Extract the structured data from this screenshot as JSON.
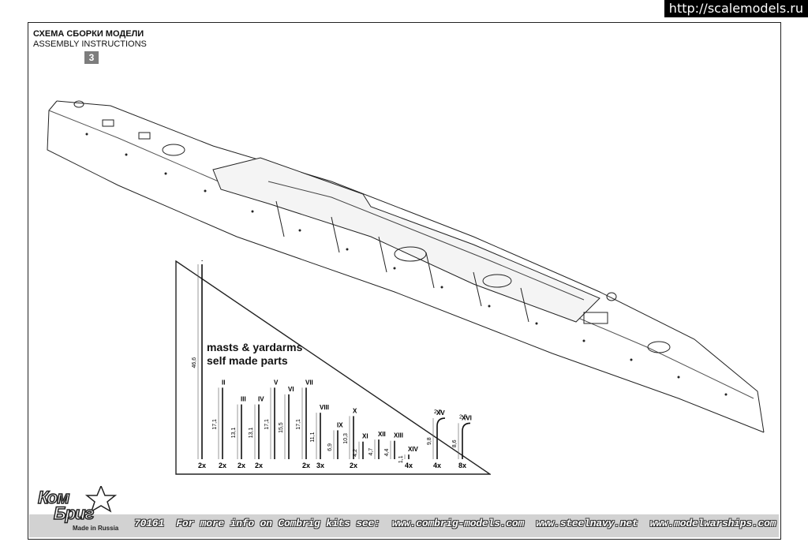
{
  "watermark": "http://scalemodels.ru",
  "header": {
    "title_ru": "СХЕМА СБОРКИ МОДЕЛИ",
    "title_en": "ASSEMBLY INSTRUCTIONS",
    "step": "3"
  },
  "panel": {
    "title_line1": "masts & yardarms",
    "title_line2": "self made parts",
    "parts": [
      {
        "id": "I",
        "length": "46,6",
        "qty": "2x"
      },
      {
        "id": "II",
        "length": "17,1",
        "qty": "2x"
      },
      {
        "id": "III",
        "length": "13,1",
        "qty": "2x"
      },
      {
        "id": "IV",
        "length": "13,1",
        "qty": "2x"
      },
      {
        "id": "V",
        "length": "17,1",
        "qty": ""
      },
      {
        "id": "VI",
        "length": "15,5",
        "qty": ""
      },
      {
        "id": "VII",
        "length": "17,1",
        "qty": "2x"
      },
      {
        "id": "VIII",
        "length": "11,1",
        "qty": "3x"
      },
      {
        "id": "IX",
        "length": "6,9",
        "qty": ""
      },
      {
        "id": "X",
        "length": "10,3",
        "qty": "2x"
      },
      {
        "id": "XI",
        "length": "4,2",
        "qty": ""
      },
      {
        "id": "XII",
        "length": "4,7",
        "qty": ""
      },
      {
        "id": "XIII",
        "length": "4,4",
        "qty": ""
      },
      {
        "id": "XIV",
        "length": "1,1",
        "qty": "4x"
      },
      {
        "id": "XV",
        "length": "9,8",
        "width": "2,5",
        "qty": "4x"
      },
      {
        "id": "XVI",
        "length": "8,6",
        "width": "2,5",
        "qty": "8x"
      }
    ]
  },
  "footer": {
    "code": "70161",
    "text": "For more info on Combrig kits see:",
    "links": [
      "www.combrig-models.com",
      "www.steelnavy.net",
      "www.modelwarships.com"
    ]
  },
  "logo": {
    "line1": "Ком",
    "line2": "Бриг",
    "tagline": "Made in Russia"
  }
}
